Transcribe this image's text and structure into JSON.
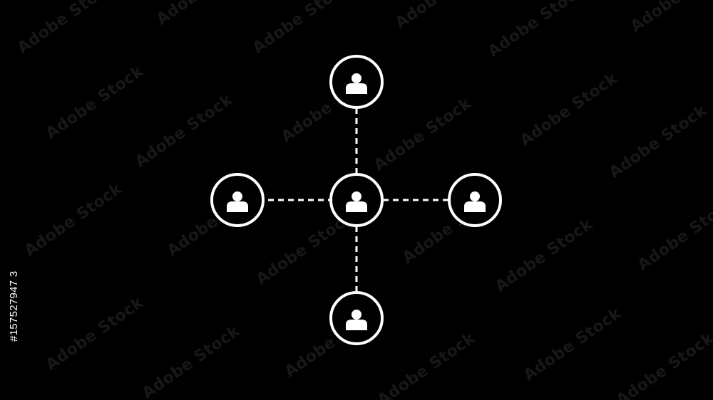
{
  "colors": {
    "background": "#000000",
    "foreground": "#ffffff"
  },
  "diagram": {
    "nodes": [
      {
        "id": "top",
        "icon": "person-icon"
      },
      {
        "id": "left",
        "icon": "person-icon"
      },
      {
        "id": "center",
        "icon": "person-icon"
      },
      {
        "id": "right",
        "icon": "person-icon"
      },
      {
        "id": "bottom",
        "icon": "person-icon"
      }
    ],
    "edges": [
      {
        "from": "center",
        "to": "top",
        "style": "dashed"
      },
      {
        "from": "center",
        "to": "left",
        "style": "dashed"
      },
      {
        "from": "center",
        "to": "right",
        "style": "dashed"
      },
      {
        "from": "center",
        "to": "bottom",
        "style": "dashed"
      }
    ]
  },
  "watermark": {
    "text": "Adobe Stock"
  },
  "stock_id": "#157527947 3"
}
